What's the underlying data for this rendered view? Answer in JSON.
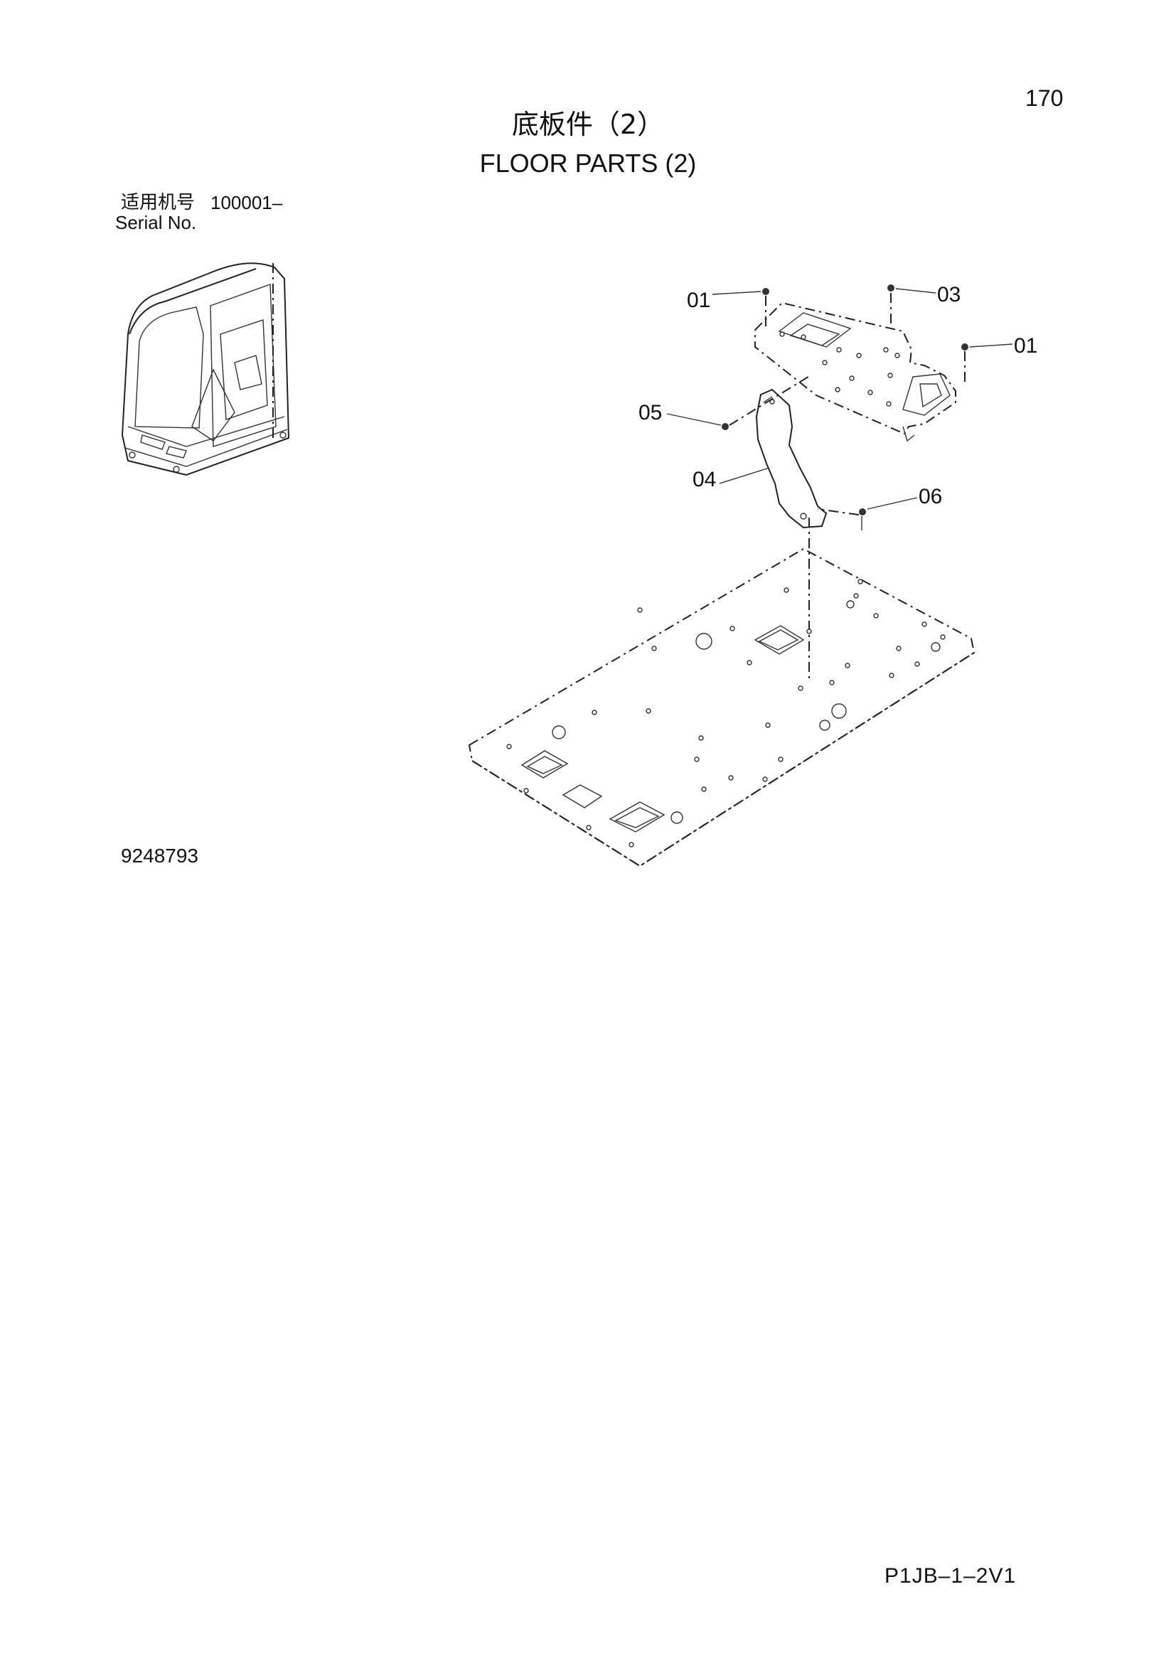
{
  "page": {
    "number": "170",
    "title_cn": "底板件（2）",
    "title_en": "FLOOR PARTS (2)",
    "serial_label_cn": "适用机号",
    "serial_value": "100001–",
    "serial_label_en": "Serial No.",
    "drawing_number": "9248793",
    "page_code": "P1JB–1–2V1"
  },
  "callouts": {
    "c01_top": "01",
    "c03": "03",
    "c01_right": "01",
    "c05": "05",
    "c04": "04",
    "c06": "06"
  }
}
